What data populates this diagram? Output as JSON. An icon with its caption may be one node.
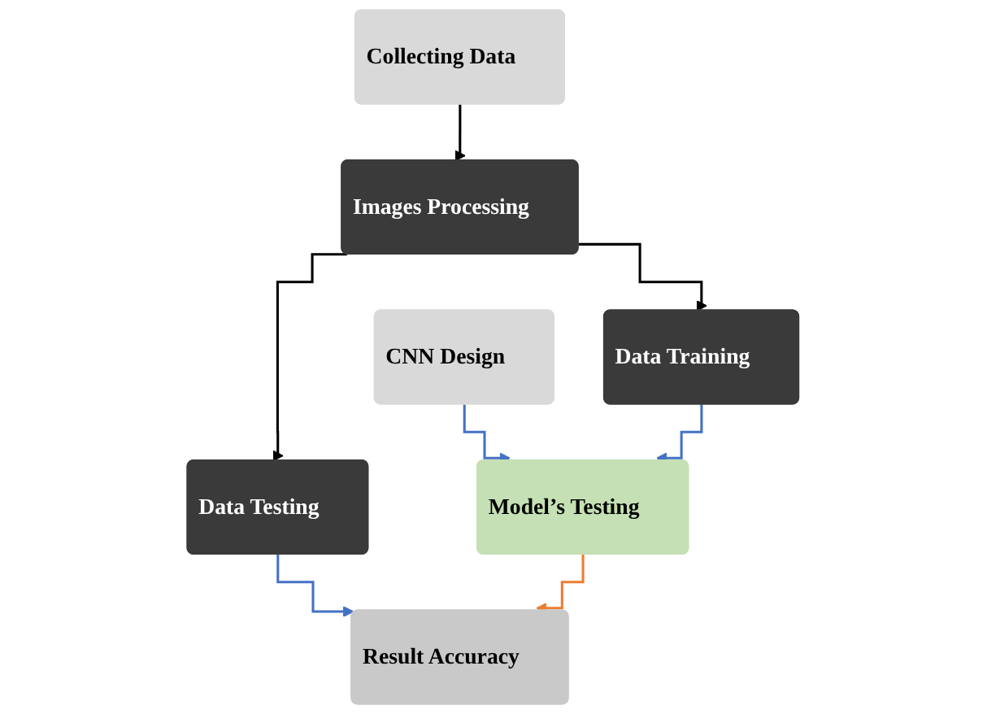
{
  "diagram": {
    "nodes": [
      {
        "text": [
          "Collecting Data"
        ]
      },
      {
        "text": [
          "Images Processing"
        ]
      },
      {
        "text": [
          "CNN Design"
        ]
      },
      {
        "text": [
          "Data Training"
        ]
      },
      {
        "text": [
          "Data Testing"
        ]
      },
      {
        "text": [
          "Model’s Testing"
        ]
      },
      {
        "text": [
          "Result Accuracy"
        ]
      }
    ],
    "edges": [
      {
        "from": 0,
        "to": 1,
        "arrow": "to",
        "color": "#000000"
      },
      {
        "from": 1,
        "to": 3,
        "arrow": "to",
        "color": "#000000"
      },
      {
        "from": 1,
        "to": 4,
        "arrow": "to",
        "color": "#000000"
      },
      {
        "from": 2,
        "to": 5,
        "arrow": "to",
        "color": "#4472c4"
      },
      {
        "from": 3,
        "to": 5,
        "arrow": "to",
        "color": "#4472c4"
      },
      {
        "from": 4,
        "to": 6,
        "arrow": "to",
        "color": "#4472c4"
      },
      {
        "from": 5,
        "to": 6,
        "arrow": "to",
        "color": "#ed7d31"
      }
    ]
  }
}
